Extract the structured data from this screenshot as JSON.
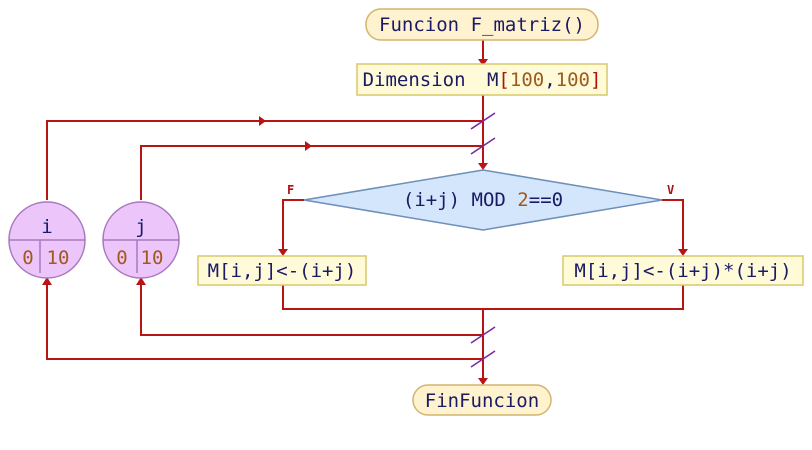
{
  "start": {
    "name": "Funcion",
    "func": "F_matriz()"
  },
  "dim": {
    "kw": "Dimension",
    "var": "M",
    "n1": "100",
    "n2": "100"
  },
  "cond": {
    "pre": "(i+j) MOD ",
    "num": "2",
    "post": "==0"
  },
  "branch": {
    "false_label": "F",
    "true_label": "V"
  },
  "assign_false": "M[i,j]<-(i+j)",
  "assign_true": "M[i,j]<-(i+j)*(i+j)",
  "loop_i": {
    "var": "i",
    "from": "0",
    "to": "10"
  },
  "loop_j": {
    "var": "j",
    "from": "0",
    "to": "10"
  },
  "end": {
    "label": "FinFuncion"
  },
  "colors": {
    "line": "#b81414",
    "start_fill": "#fff3cf",
    "diamond_fill": "#d4e6fb",
    "loop_fill": "#ecc6fa"
  }
}
